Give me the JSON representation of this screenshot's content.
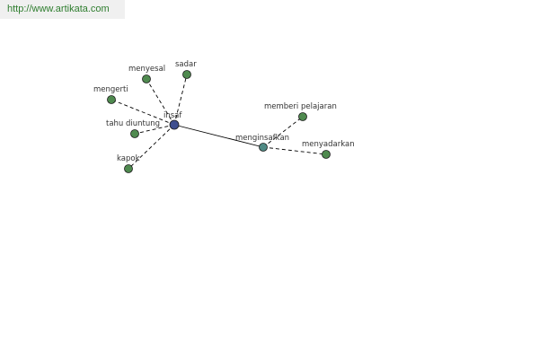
{
  "header": {
    "url": "http://www.artikata.com"
  },
  "colors": {
    "leaf": "#4f8a4f",
    "center": "#3f4f8f",
    "secondary": "#4f8a84",
    "edge": "#000000"
  },
  "nodes": [
    {
      "id": "insaf",
      "label": "insaf",
      "kind": "center"
    },
    {
      "id": "menginsafkan",
      "label": "menginsafkan",
      "kind": "secondary"
    },
    {
      "id": "menyesal",
      "label": "menyesal",
      "kind": "leaf"
    },
    {
      "id": "sadar",
      "label": "sadar",
      "kind": "leaf"
    },
    {
      "id": "mengerti",
      "label": "mengerti",
      "kind": "leaf"
    },
    {
      "id": "tahu-diuntung",
      "label": "tahu diuntung",
      "kind": "leaf"
    },
    {
      "id": "kapok",
      "label": "kapok",
      "kind": "leaf"
    },
    {
      "id": "memberi-pelajaran",
      "label": "memberi pelajaran",
      "kind": "leaf"
    },
    {
      "id": "menyadarkan",
      "label": "menyadarkan",
      "kind": "leaf"
    }
  ],
  "edges": [
    {
      "from": "insaf",
      "to": "menginsafkan",
      "style": "solid"
    },
    {
      "from": "insaf",
      "to": "menyesal",
      "style": "dashed"
    },
    {
      "from": "insaf",
      "to": "sadar",
      "style": "dashed"
    },
    {
      "from": "insaf",
      "to": "mengerti",
      "style": "dashed"
    },
    {
      "from": "insaf",
      "to": "tahu-diuntung",
      "style": "dashed"
    },
    {
      "from": "insaf",
      "to": "kapok",
      "style": "dashed"
    },
    {
      "from": "menginsafkan",
      "to": "memberi-pelajaran",
      "style": "dashed"
    },
    {
      "from": "menginsafkan",
      "to": "menyadarkan",
      "style": "dashed"
    }
  ]
}
